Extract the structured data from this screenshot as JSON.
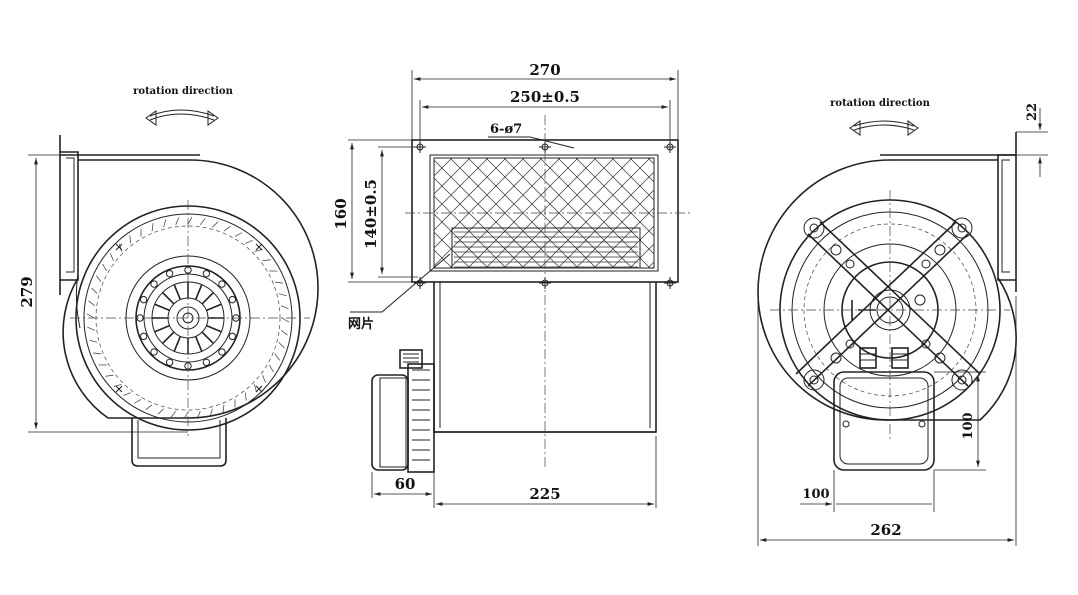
{
  "labels": {
    "rotation_left": "rotation direction",
    "rotation_right": "rotation direction",
    "mesh": "网片",
    "holes": "6-ø7"
  },
  "dimensions": {
    "d_279": "279",
    "d_270": "270",
    "d_250": "250±0.5",
    "d_160": "160",
    "d_140": "140±0.5",
    "d_60": "60",
    "d_225": "225",
    "d_22": "22",
    "d_100_v": "100",
    "d_100_h": "100",
    "d_262": "262"
  },
  "colors": {
    "line": "#222222",
    "background": "#ffffff"
  }
}
